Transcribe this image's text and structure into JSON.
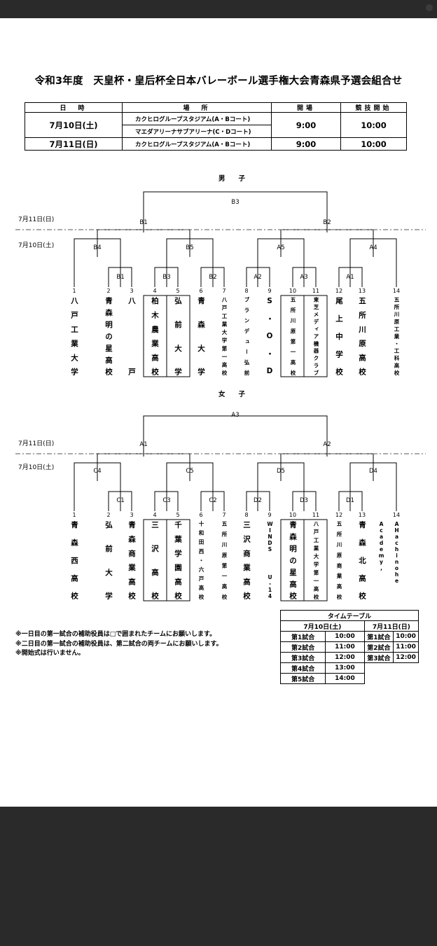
{
  "title": "令和3年度　天皇杯・皇后杯全日本バレーボール選手権大会青森県予選会組合せ",
  "schedule": {
    "headers": {
      "date": "日　時",
      "place": "場　所",
      "open": "開場",
      "start": "競技開始"
    },
    "rows": [
      {
        "date": "7月10日(土)",
        "venue1": "カクヒログループスタジアム(A・Bコート)",
        "venue2": "マエダアリーナサブアリーナ(C・Dコート)",
        "open": "9:00",
        "start": "10:00"
      },
      {
        "date": "7月11日(日)",
        "venue1": "カクヒログループスタジアム(A・Bコート)",
        "open": "9:00",
        "start": "10:00"
      }
    ]
  },
  "dates": {
    "day2": "7月11日(日)",
    "day1": "7月10日(土)"
  },
  "men": {
    "heading": "男　　子",
    "matches": {
      "B3": "B3",
      "B1a": "B1",
      "B2a": "B2",
      "B4": "B4",
      "B5": "B5",
      "A5": "A5",
      "A4": "A4",
      "B1": "B1",
      "B3b": "B3",
      "B2": "B2",
      "A2": "A2",
      "A3": "A3",
      "A1": "A1"
    },
    "numbers": [
      "1",
      "2",
      "3",
      "4",
      "5",
      "6",
      "7",
      "8",
      "9",
      "10",
      "11",
      "12",
      "13",
      "14"
    ],
    "teams": [
      "八戸工業大学",
      "青森明の星高校",
      "八戸",
      "柏木農業高校",
      "弘前大学",
      "青森大学",
      "八戸工業大学第一高校",
      "ブランデュー弘前",
      "S・O・D",
      "五所川原第一高校",
      "東芝メディア機器クラブ",
      "尾上中学校",
      "五所川原高校",
      "五所川原工業・工科高校"
    ]
  },
  "women": {
    "heading": "女　　子",
    "matches": {
      "A3": "A3",
      "A1a": "A1",
      "A2a": "A2",
      "C4": "C4",
      "C5": "C5",
      "D5": "D5",
      "D4": "D4",
      "C1": "C1",
      "C3": "C3",
      "C2": "C2",
      "D2": "D2",
      "D3": "D3",
      "D1": "D1"
    },
    "numbers": [
      "1",
      "2",
      "3",
      "4",
      "5",
      "6",
      "7",
      "8",
      "9",
      "10",
      "11",
      "12",
      "13",
      "14"
    ],
    "teams": [
      "青森西高校",
      "弘前大学",
      "青森商業高校",
      "三沢高校",
      "千葉学園高校",
      "十和田西・六戸高校",
      "五所川原第一高校",
      "三沢商業高校",
      "WINDS U-14",
      "青森明の星高校",
      "八戸工業大学第一高校",
      "五所川原商業高校",
      "青森北高校",
      "AHachinohe Academy,"
    ]
  },
  "notes": [
    "※一日目の第一試合の補助役員は□で囲まれたチームにお願いします。",
    "※二日目の第一試合の補助役員は、第二試合の両チームにお願いします。",
    "※開始式は行いません。"
  ],
  "timetable": {
    "title": "タイムテーブル",
    "day1": {
      "label": "7月10日(土)",
      "rows": [
        [
          "第1試合",
          "10:00"
        ],
        [
          "第2試合",
          "11:00"
        ],
        [
          "第3試合",
          "12:00"
        ],
        [
          "第4試合",
          "13:00"
        ],
        [
          "第5試合",
          "14:00"
        ]
      ]
    },
    "day2": {
      "label": "7月11日(日)",
      "rows": [
        [
          "第1試合",
          "10:00"
        ],
        [
          "第2試合",
          "11:00"
        ],
        [
          "第3試合",
          "12:00"
        ]
      ]
    }
  }
}
